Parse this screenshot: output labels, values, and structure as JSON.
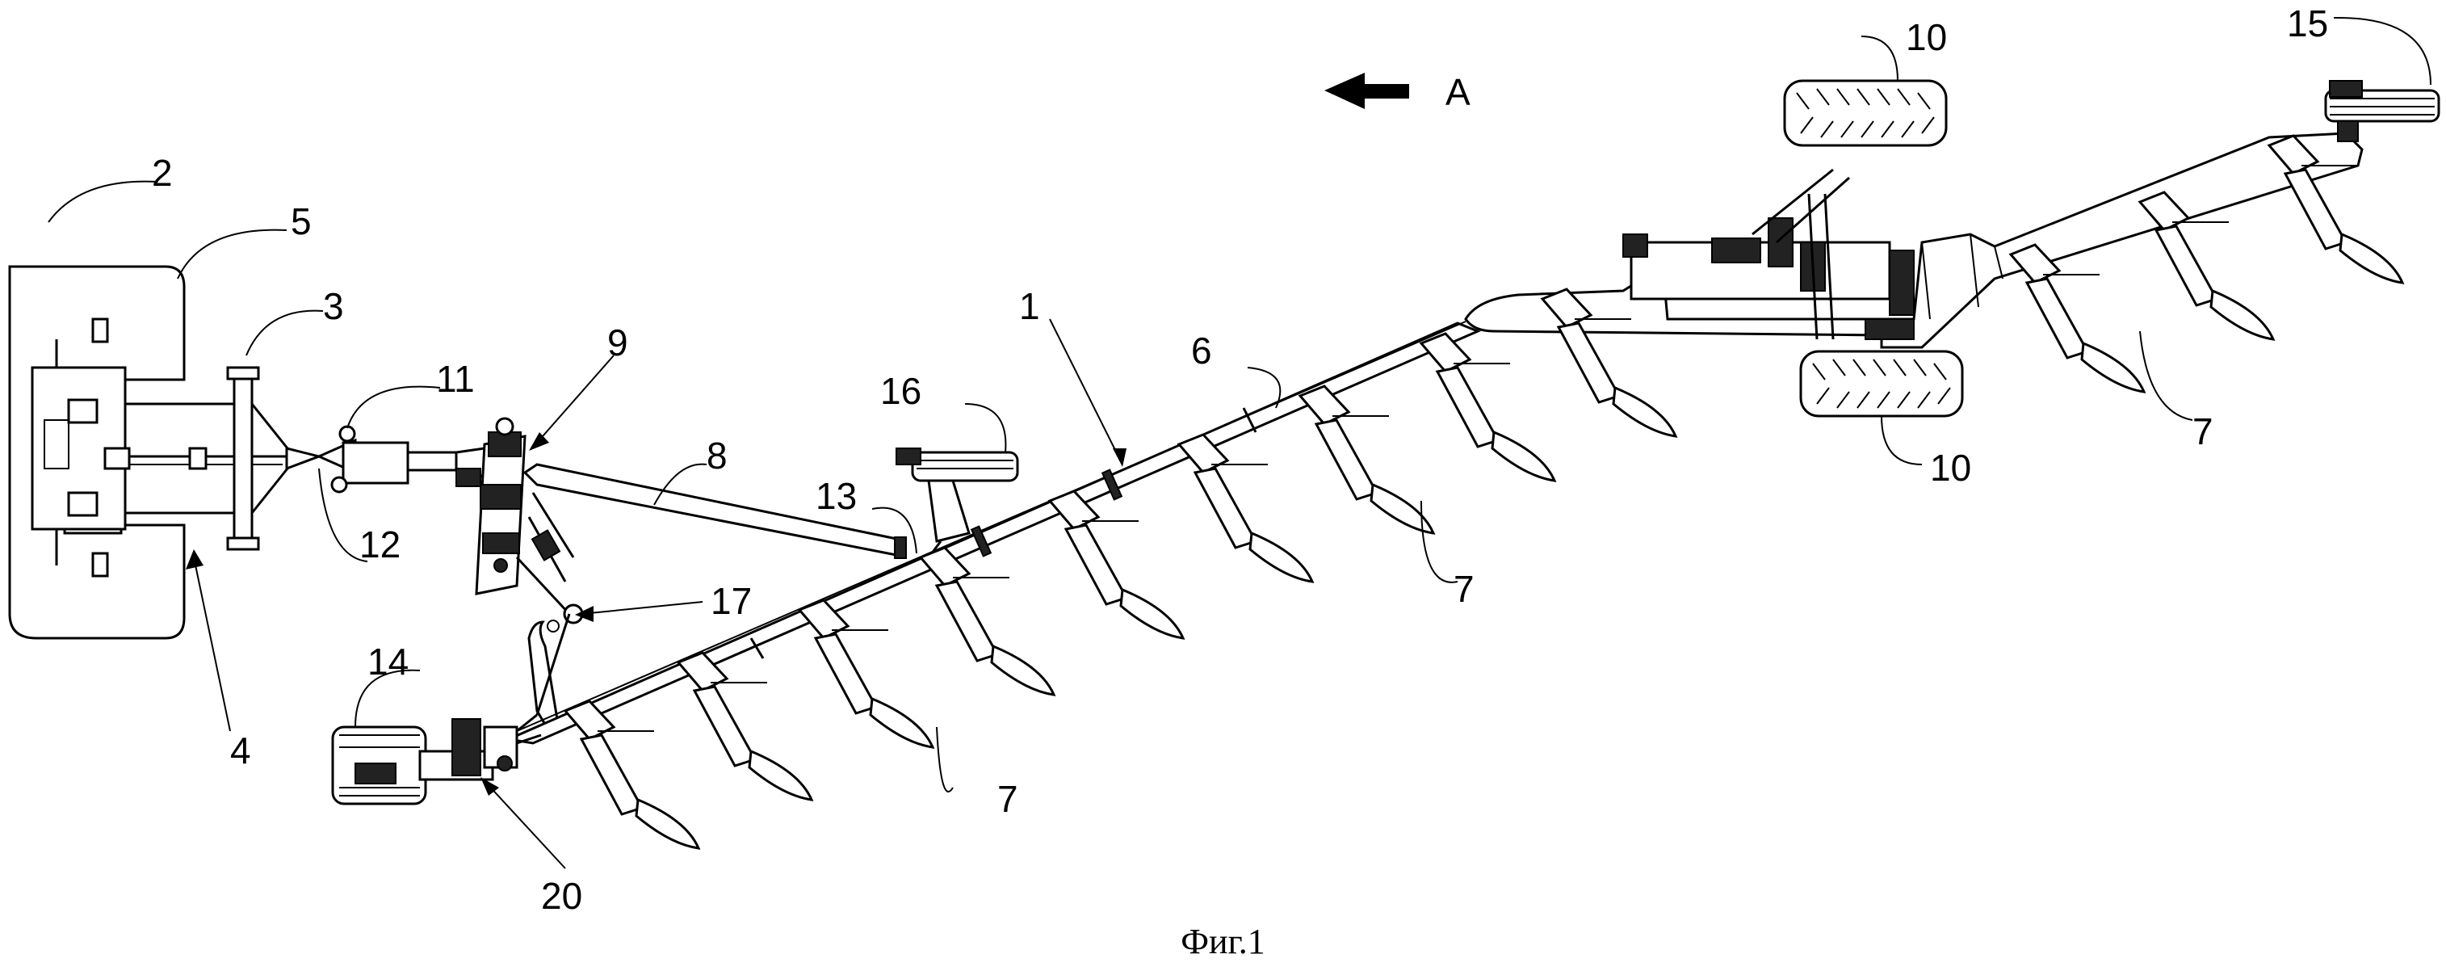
{
  "caption": "Фиг.1",
  "direction": {
    "label": "A"
  },
  "callouts": {
    "c1": "1",
    "c2": "2",
    "c3": "3",
    "c4": "4",
    "c5": "5",
    "c6": "6",
    "c7a": "7",
    "c7b": "7",
    "c7c": "7",
    "c8": "8",
    "c9": "9",
    "c10a": "10",
    "c10b": "10",
    "c11": "11",
    "c12": "12",
    "c13": "13",
    "c14": "14",
    "c15": "15",
    "c16": "16",
    "c17": "17",
    "c20": "20"
  }
}
